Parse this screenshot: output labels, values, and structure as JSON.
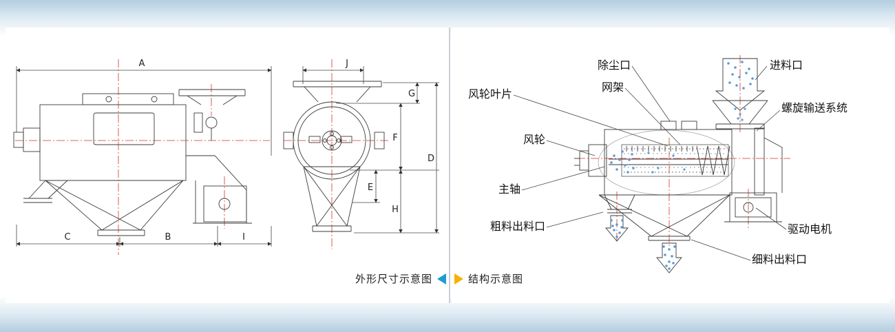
{
  "captions": {
    "left": "外形尺寸示意图",
    "right": "结构示意图"
  },
  "left_panel": {
    "dims": {
      "A": "A",
      "B": "B",
      "C": "C",
      "D": "D",
      "E": "E",
      "F": "F",
      "G": "G",
      "H": "H",
      "I": "I",
      "J": "J"
    }
  },
  "right_panel": {
    "labels": {
      "impeller_blade": "风轮叶片",
      "dust_port": "除尘口",
      "mesh_frame": "网架",
      "feed_inlet": "进料口",
      "screw_conveyor": "螺旋输送系统",
      "impeller": "风轮",
      "main_shaft": "主轴",
      "coarse_outlet": "粗料出料口",
      "drive_motor": "驱动电机",
      "fine_outlet": "细料出料口"
    }
  },
  "colors": {
    "centerline_red": "#d0342c",
    "particle_blue": "#5b9bd5",
    "caption_arrow_blue": "#1f9cd6",
    "caption_arrow_yellow": "#f6b200"
  }
}
